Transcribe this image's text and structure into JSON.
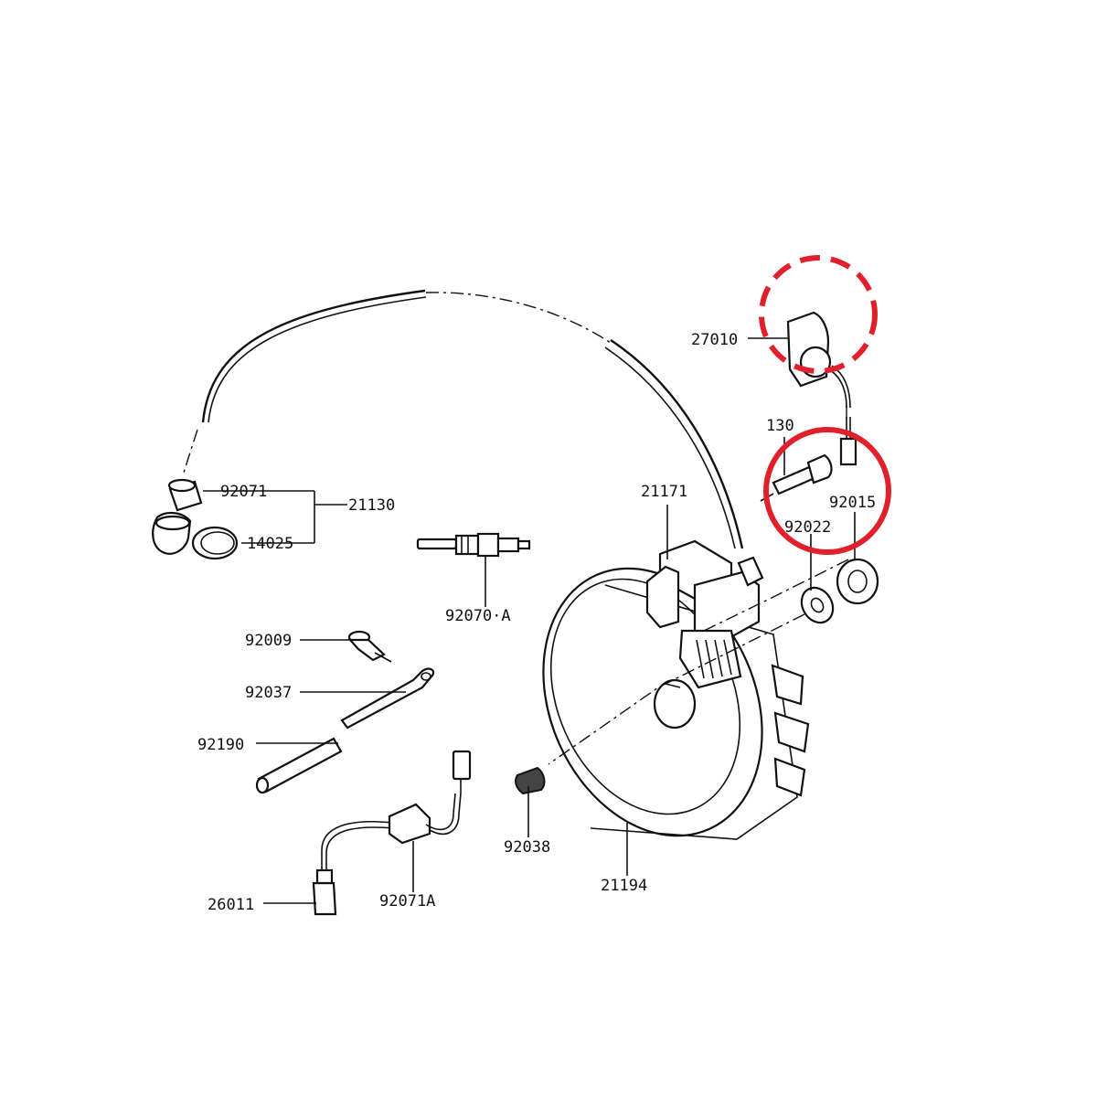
{
  "colors": {
    "line": "#111111",
    "highlight": "#e0202a",
    "background": "#ffffff"
  },
  "labels": {
    "p27010": "27010",
    "p130": "130",
    "p92015": "92015",
    "p92022": "92022",
    "p21171": "21171",
    "p92071": "92071",
    "p21130": "21130",
    "p14025": "14025",
    "p92070A": "92070·A",
    "p92009": "92009",
    "p92037": "92037",
    "p92190": "92190",
    "p92038": "92038",
    "p21194": "21194",
    "p26011": "26011",
    "p92071A": "92071A"
  }
}
